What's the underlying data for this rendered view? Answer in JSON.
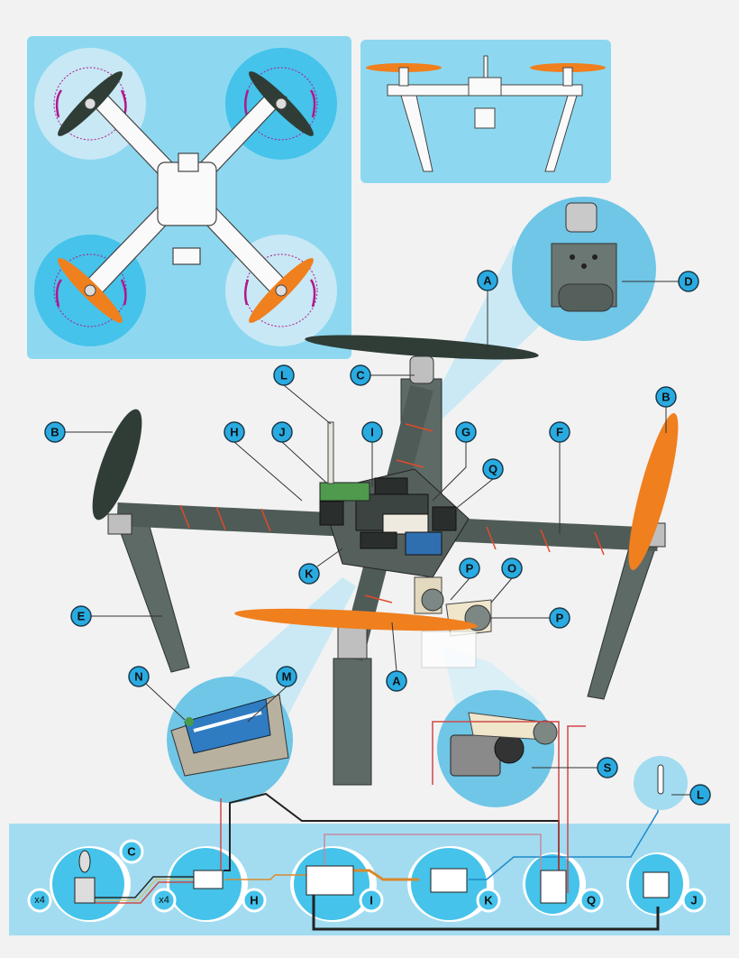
{
  "colors": {
    "panel": "#8dd8f0",
    "circle_dark": "#45c3ea",
    "circle_light": "#c8e8f5",
    "label_bubble": "#29abe2",
    "frame_grey": "#5d6a66",
    "prop_dark": "#2f3d36",
    "prop_orange": "#f07f1e",
    "rotation_arrow": "#b0188a",
    "bottom_band": "#a3dcf0"
  },
  "callouts": {
    "a_top": "A",
    "d": "D",
    "c": "C",
    "b_left": "B",
    "l": "L",
    "h": "H",
    "j": "J",
    "i": "I",
    "g": "G",
    "q": "Q",
    "f": "F",
    "b_right": "B",
    "e": "E",
    "k": "K",
    "p_left": "P",
    "o": "O",
    "p_right": "P",
    "a_bottom": "A",
    "n": "N",
    "m": "M",
    "s": "S",
    "l_antenna": "L"
  },
  "schematic": {
    "components": [
      {
        "label": "C",
        "multiplier": "x4"
      },
      {
        "label": "H",
        "multiplier": "x4"
      },
      {
        "label": "I"
      },
      {
        "label": "K"
      },
      {
        "label": "Q"
      },
      {
        "label": "J"
      }
    ]
  }
}
